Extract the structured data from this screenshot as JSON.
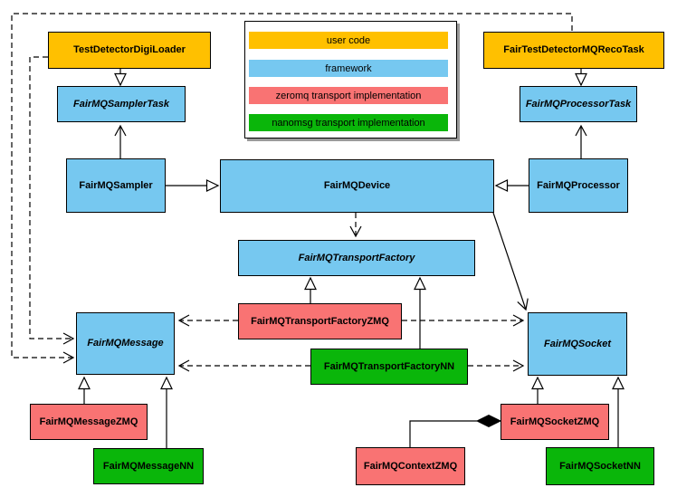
{
  "diagram": {
    "kind": "uml-class-diagram",
    "nodes": [
      {
        "label": "TestDetectorDigiLoader",
        "category": "user code",
        "abstract": false
      },
      {
        "label": "FairTestDetectorMQRecoTask",
        "category": "user code",
        "abstract": false
      },
      {
        "label": "FairMQSamplerTask",
        "category": "framework",
        "abstract": true
      },
      {
        "label": "FairMQProcessorTask",
        "category": "framework",
        "abstract": true
      },
      {
        "label": "FairMQSampler",
        "category": "framework",
        "abstract": false
      },
      {
        "label": "FairMQDevice",
        "category": "framework",
        "abstract": false
      },
      {
        "label": "FairMQProcessor",
        "category": "framework",
        "abstract": false
      },
      {
        "label": "FairMQTransportFactory",
        "category": "framework",
        "abstract": true
      },
      {
        "label": "FairMQTransportFactoryZMQ",
        "category": "zeromq transport implementation",
        "abstract": false
      },
      {
        "label": "FairMQTransportFactoryNN",
        "category": "nanomsg transport implementation",
        "abstract": false
      },
      {
        "label": "FairMQMessage",
        "category": "framework",
        "abstract": true
      },
      {
        "label": "FairMQSocket",
        "category": "framework",
        "abstract": true
      },
      {
        "label": "FairMQMessageZMQ",
        "category": "zeromq transport implementation",
        "abstract": false
      },
      {
        "label": "FairMQMessageNN",
        "category": "nanomsg transport implementation",
        "abstract": false
      },
      {
        "label": "FairMQContextZMQ",
        "category": "zeromq transport implementation",
        "abstract": false
      },
      {
        "label": "FairMQSocketZMQ",
        "category": "zeromq transport implementation",
        "abstract": false
      },
      {
        "label": "FairMQSocketNN",
        "category": "nanomsg transport implementation",
        "abstract": false
      }
    ],
    "legend": {
      "items": [
        {
          "label": "user code",
          "color": "#FFC000"
        },
        {
          "label": "framework",
          "color": "#76C8F0"
        },
        {
          "label": "zeromq transport implementation",
          "color": "#F97373"
        },
        {
          "label": "nanomsg transport implementation",
          "color": "#0AB60A"
        }
      ]
    },
    "colors": {
      "user_code": "#FFC000",
      "framework": "#76C8F0",
      "zeromq": "#F97373",
      "nanomsg": "#0AB60A",
      "line": "#000000",
      "background": "#FFFFFF"
    },
    "relations": [
      {
        "from": "TestDetectorDigiLoader",
        "to": "FairMQSamplerTask",
        "type": "inheritance"
      },
      {
        "from": "FairTestDetectorMQRecoTask",
        "to": "FairMQProcessorTask",
        "type": "inheritance"
      },
      {
        "from": "FairMQSampler",
        "to": "FairMQDevice",
        "type": "inheritance"
      },
      {
        "from": "FairMQProcessor",
        "to": "FairMQDevice",
        "type": "inheritance"
      },
      {
        "from": "FairMQMessageZMQ",
        "to": "FairMQMessage",
        "type": "inheritance"
      },
      {
        "from": "FairMQMessageNN",
        "to": "FairMQMessage",
        "type": "inheritance"
      },
      {
        "from": "FairMQTransportFactoryZMQ",
        "to": "FairMQTransportFactory",
        "type": "inheritance"
      },
      {
        "from": "FairMQTransportFactoryNN",
        "to": "FairMQTransportFactory",
        "type": "inheritance"
      },
      {
        "from": "FairMQSocketZMQ",
        "to": "FairMQSocket",
        "type": "inheritance"
      },
      {
        "from": "FairMQSocketNN",
        "to": "FairMQSocket",
        "type": "inheritance"
      },
      {
        "from": "FairMQSampler",
        "to": "FairMQSamplerTask",
        "type": "association"
      },
      {
        "from": "FairMQProcessor",
        "to": "FairMQProcessorTask",
        "type": "association"
      },
      {
        "from": "FairMQDevice",
        "to": "FairMQSocket",
        "type": "association"
      },
      {
        "from": "FairMQDevice",
        "to": "FairMQTransportFactory",
        "type": "dependency"
      },
      {
        "from": "FairMQTransportFactoryZMQ",
        "to": "FairMQMessage",
        "type": "dependency"
      },
      {
        "from": "FairMQTransportFactoryZMQ",
        "to": "FairMQSocket",
        "type": "dependency"
      },
      {
        "from": "FairMQTransportFactoryNN",
        "to": "FairMQMessage",
        "type": "dependency"
      },
      {
        "from": "FairMQTransportFactoryNN",
        "to": "FairMQSocket",
        "type": "dependency"
      },
      {
        "from": "TestDetectorDigiLoader",
        "to": "FairMQMessage",
        "type": "dependency"
      },
      {
        "from": "FairTestDetectorMQRecoTask",
        "to": "FairMQMessage",
        "type": "dependency"
      },
      {
        "from": "FairMQSocketZMQ",
        "to": "FairMQContextZMQ",
        "type": "composition"
      }
    ]
  }
}
